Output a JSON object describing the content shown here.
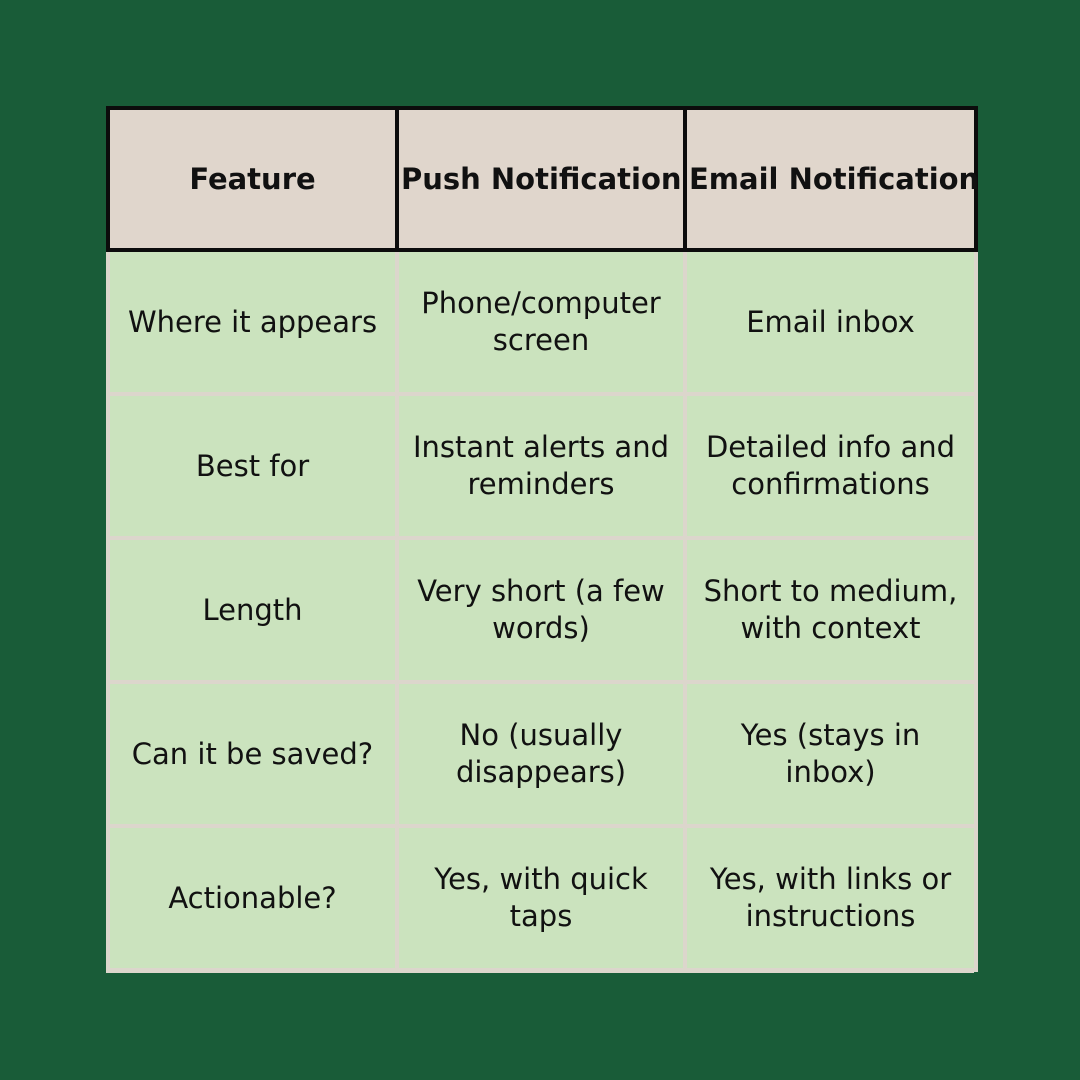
{
  "table": {
    "headers": [
      "Feature",
      "Push Notification",
      "Email Notification"
    ],
    "rows": [
      [
        "Where it appears",
        "Phone/computer screen",
        "Email inbox"
      ],
      [
        "Best for",
        "Instant alerts and reminders",
        "Detailed info and confirmations"
      ],
      [
        "Length",
        "Very short (a few words)",
        "Short to medium, with context"
      ],
      [
        "Can it be saved?",
        "No (usually disappears)",
        "Yes (stays in inbox)"
      ],
      [
        "Actionable?",
        "Yes, with quick taps",
        "Yes, with links or instructions"
      ]
    ]
  },
  "colors": {
    "background": "#195c38",
    "header_fill": "#e0d6cc",
    "cell_fill": "#cbe3be",
    "grid_line": "#dcd6cc",
    "header_border": "#0c0c0c"
  }
}
